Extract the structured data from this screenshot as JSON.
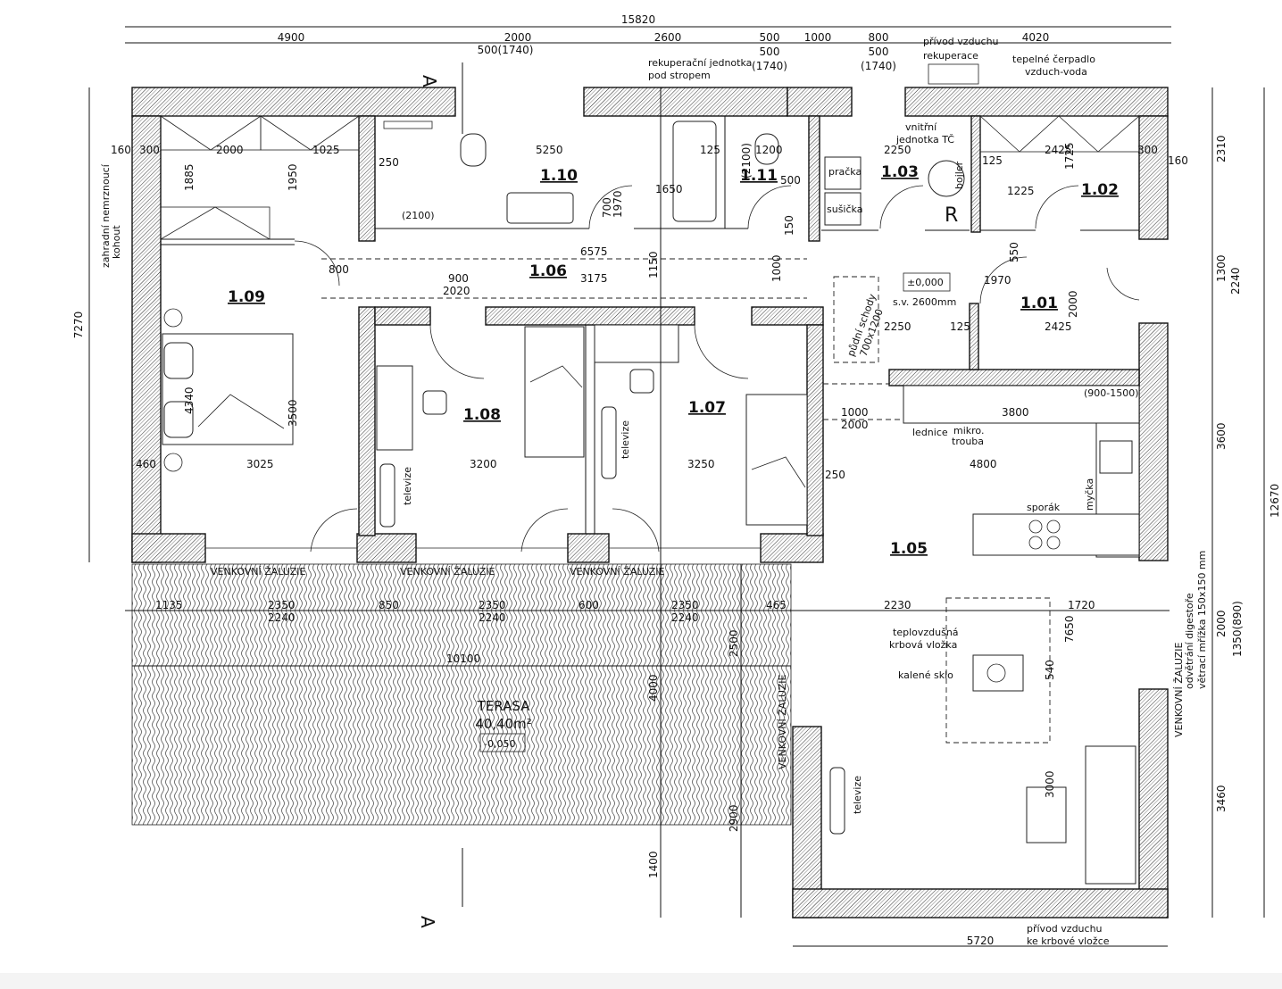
{
  "overall": {
    "dims_top": [
      "15820",
      "4900",
      "2000",
      "500(1740)",
      "2600",
      "500",
      "500",
      "(1740)",
      "1000",
      "800",
      "500",
      "(1740)",
      "4020"
    ],
    "dims_left": [
      "7270"
    ],
    "dims_right": [
      "2310",
      "1300",
      "2240",
      "3600",
      "12670",
      "2000",
      "1350(890)",
      "3460"
    ],
    "dims_bottom": [
      "5720"
    ],
    "section_marker": "A"
  },
  "rooms": [
    {
      "id": "1.01"
    },
    {
      "id": "1.02"
    },
    {
      "id": "1.03"
    },
    {
      "id": "1.05"
    },
    {
      "id": "1.06"
    },
    {
      "id": "1.07"
    },
    {
      "id": "1.08"
    },
    {
      "id": "1.09"
    },
    {
      "id": "1.10"
    },
    {
      "id": "1.11"
    }
  ],
  "annotations": {
    "recuperation_unit": "rekuperační jednotka",
    "under_ceiling": "pod stropem",
    "air_supply": "přívod vzduchu",
    "recuperation": "rekuperace",
    "heat_pump_1": "tepelné čerpadlo",
    "heat_pump_2": "vzduch-voda",
    "indoor_unit_1": "vnitřní",
    "indoor_unit_2": "jednotka TČ",
    "washer": "pračka",
    "dryer": "sušička",
    "boiler": "bojler",
    "garden_tap_1": "zahradní nemrznoucí",
    "garden_tap_2": "kohout",
    "level": "±0,000",
    "clear_height": "s.v. 2600mm",
    "attic_stairs_1": "půdní schody",
    "attic_stairs_2": "700x1200",
    "fridge": "lednice",
    "micro_1": "mikro.",
    "micro_2": "trouba",
    "stove": "sporák",
    "dishwasher": "myčka",
    "hood_1": "odvětrání digestoře",
    "hood_2": "větrací mřížka 150x150 mm",
    "fireplace_1": "teplovzdušná",
    "fireplace_2": "krbová vložka",
    "glass": "kalené sklo",
    "tv": "televize",
    "blinds": "VENKOVNÍ ŽALUZIE",
    "fire_air_1": "přívod vzduchu",
    "fire_air_2": "ke krbové vložce",
    "terrace": "TERASA",
    "terrace_area": "40,40m²",
    "terrace_level": "-0,050",
    "counter": "(900-1500)",
    "window_2100": "(2100)",
    "R": "R"
  },
  "interior_dims": [
    "160",
    "300",
    "2000",
    "1025",
    "1885",
    "1950",
    "250",
    "5250",
    "125",
    "1650",
    "(2100)",
    "1200",
    "500",
    "2250",
    "2425",
    "300",
    "160",
    "125",
    "1225",
    "1725",
    "700",
    "1970",
    "6575",
    "800",
    "900",
    "2020",
    "3175",
    "1150",
    "1000",
    "150",
    "550",
    "1300",
    "2000",
    "4340",
    "3500",
    "3025",
    "3200",
    "3250",
    "460",
    "4800",
    "1000",
    "2000",
    "3800",
    "1135",
    "2350",
    "2240",
    "850",
    "600",
    "465",
    "2230",
    "1720",
    "10100",
    "2500",
    "4000",
    "7650",
    "540",
    "3000",
    "2900",
    "1400",
    "125",
    "2425",
    "2250",
    "250",
    "1970",
    "(900-1500)"
  ]
}
